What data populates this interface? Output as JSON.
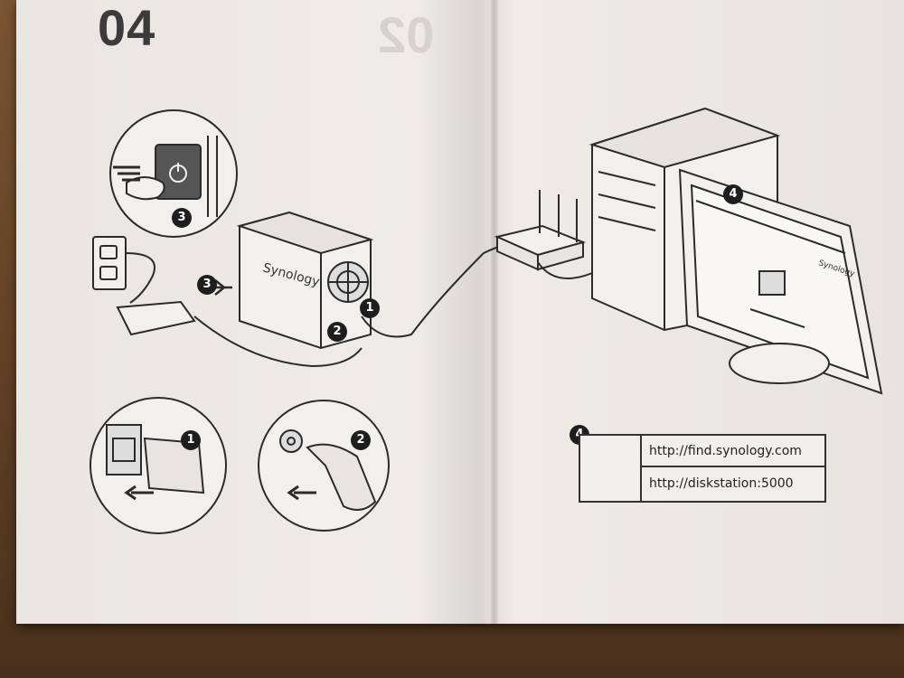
{
  "page": {
    "number": "04"
  },
  "steps": {
    "step1": "1",
    "step2": "2",
    "step3": "3",
    "step4": "4"
  },
  "nas": {
    "brand": "Synology"
  },
  "monitor": {
    "brand": "Synology"
  },
  "urls": {
    "find": "http://find.synology.com",
    "diskstation": "http://diskstation:5000"
  },
  "icons": {
    "search": "magnifier-icon",
    "power": "power-icon",
    "ethernet": "ethernet-port-icon",
    "dc_power": "dc-power-port-icon"
  },
  "colors": {
    "ink": "#2b2b2b",
    "paper": "#ece9e5",
    "badge": "#1e1e1e"
  }
}
